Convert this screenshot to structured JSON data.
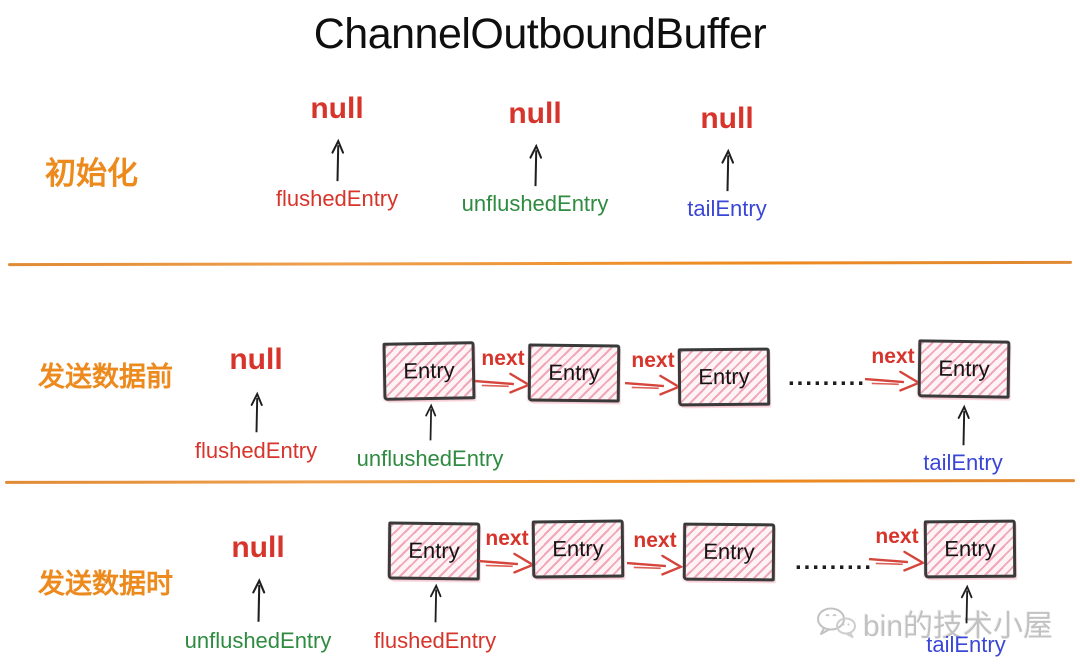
{
  "title": "ChannelOutboundBuffer",
  "colors": {
    "orange_label": "#ED8A1E",
    "divider_orange": "#ED8A1E",
    "pointer_red": "#D7342B",
    "pointer_green": "#2E8B40",
    "pointer_blue": "#3A47D6",
    "entry_hatch_pink": "#E76786",
    "entry_border": "#3A3A3A",
    "watermark_gray": "#C3C2C2"
  },
  "rows": [
    {
      "label": "初始化",
      "pointers": [
        {
          "value": "null",
          "name": "flushedEntry"
        },
        {
          "value": "null",
          "name": "unflushedEntry"
        },
        {
          "value": "null",
          "name": "tailEntry"
        }
      ]
    },
    {
      "label": "发送数据前",
      "null_pointer": {
        "value": "null",
        "name": "flushedEntry"
      },
      "chain": {
        "entry_label": "Entry",
        "next_label": "next",
        "dots": ".........",
        "head_pointer": "unflushedEntry",
        "tail_pointer": "tailEntry"
      }
    },
    {
      "label": "发送数据时",
      "null_pointer": {
        "value": "null",
        "name": "unflushedEntry"
      },
      "chain": {
        "entry_label": "Entry",
        "next_label": "next",
        "dots": ".........",
        "head_pointer": "flushedEntry",
        "tail_pointer": "tailEntry"
      }
    }
  ],
  "watermark": {
    "text": "bin的技术小屋"
  }
}
